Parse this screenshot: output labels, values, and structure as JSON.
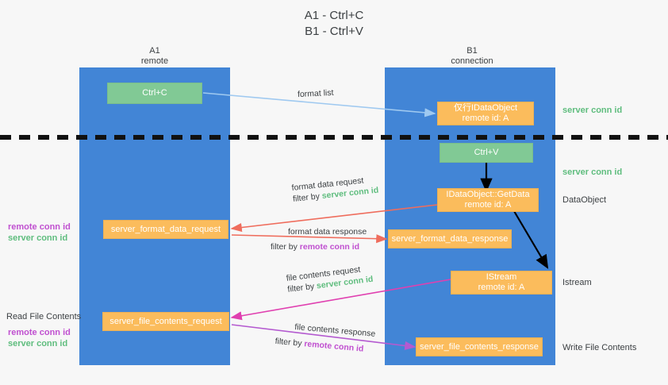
{
  "title": {
    "line1": "A1 - Ctrl+C",
    "line2": "B1 - Ctrl+V"
  },
  "lanes": [
    {
      "id": "a1",
      "name": "A1",
      "sub": "remote"
    },
    {
      "id": "b1",
      "name": "B1",
      "sub": "connection"
    }
  ],
  "nodes": {
    "ctrl_c": {
      "l1": "Ctrl+C",
      "l2": ""
    },
    "idataobject": {
      "l1": "仅行IDataObject",
      "l2": "remote id: A"
    },
    "ctrl_v": {
      "l1": "Ctrl+V",
      "l2": ""
    },
    "getdata": {
      "l1": "IDataObject::GetData",
      "l2": "remote id: A"
    },
    "fmt_req": {
      "l1": "server_format_data_request",
      "l2": ""
    },
    "fmt_resp": {
      "l1": "server_format_data_response",
      "l2": ""
    },
    "istream": {
      "l1": "IStream",
      "l2": "remote id: A"
    },
    "file_req": {
      "l1": "server_file_contents_request",
      "l2": ""
    },
    "file_resp": {
      "l1": "server_file_contents_response",
      "l2": ""
    }
  },
  "edge_captions": {
    "format_list": {
      "l1": "format list"
    },
    "fmt_data_request": {
      "l1": "format data request",
      "pre": "filter by ",
      "key": "server conn id"
    },
    "fmt_data_response": {
      "l1": "format data response",
      "pre": "filter by ",
      "key": "remote conn id"
    },
    "file_contents_request": {
      "l1": "file contents request",
      "pre": "filter by ",
      "key": "server conn id"
    },
    "file_contents_response": {
      "l1": "file contents response",
      "pre": "filter by ",
      "key": "remote conn id"
    }
  },
  "side_labels": {
    "server_conn_top": "server conn id",
    "server_conn_mid": "server conn id",
    "dataobject": "DataObject",
    "istream": "Istream",
    "write_file": "Write File Contents",
    "read_file": "Read File Contents",
    "left_remote_1": "remote conn id",
    "left_server_1": "server conn id",
    "left_remote_2": "remote conn id",
    "left_server_2": "server conn id"
  },
  "colors": {
    "lane": "#4285d6",
    "green": "#81c995",
    "orange": "#fbbc5c",
    "green_text": "#5fbd7e",
    "purple_text": "#c050d0",
    "arrow_blue": "#9fc9f0",
    "arrow_red": "#ef6d5d",
    "arrow_pink": "#e040b0",
    "arrow_purple": "#b45ad0",
    "arrow_black": "#000000",
    "background": "#f7f7f7"
  }
}
